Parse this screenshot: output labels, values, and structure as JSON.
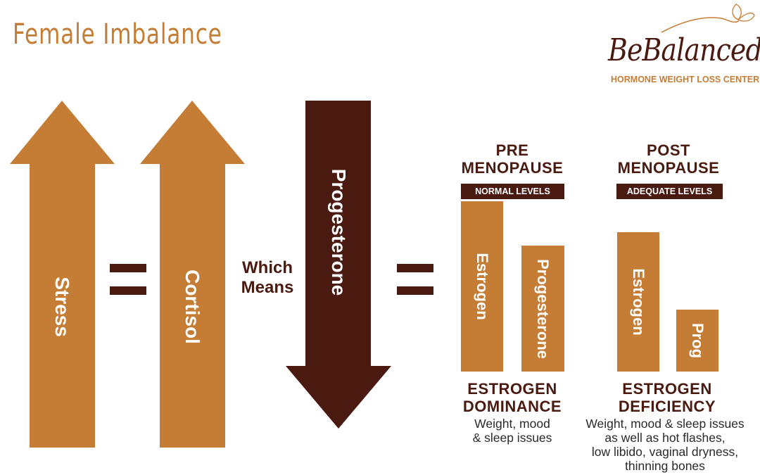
{
  "title": "Female Imbalance",
  "logo": {
    "name": "BeBalanced",
    "tagline": "HORMONE WEIGHT LOSS CENTER"
  },
  "colors": {
    "orange": "#c57d36",
    "brown": "#4a1a10",
    "text": "#2a2a2a"
  },
  "flow": {
    "stress": "Stress",
    "cortisol": "Cortisol",
    "which_means": "Which\nMeans",
    "progesterone": "Progesterone",
    "stress_direction": "up",
    "cortisol_direction": "up",
    "progesterone_direction": "down"
  },
  "pre": {
    "heading": "PRE\nMENOPAUSE",
    "banner": "NORMAL LEVELS",
    "bars": [
      {
        "label": "Estrogen",
        "level": 0.88
      },
      {
        "label": "Progesterone",
        "level": 0.65
      }
    ],
    "result": "ESTROGEN\nDOMINANCE",
    "description": "Weight, mood\n& sleep issues"
  },
  "post": {
    "heading": "POST\nMENOPAUSE",
    "banner": "ADEQUATE LEVELS",
    "bars": [
      {
        "label": "Estrogen",
        "level": 0.72
      },
      {
        "label": "Prog",
        "level": 0.32
      }
    ],
    "result": "ESTROGEN\nDEFICIENCY",
    "description": "Weight, mood & sleep issues\nas well as hot flashes,\nlow libido, vaginal dryness,\nthinning bones"
  }
}
